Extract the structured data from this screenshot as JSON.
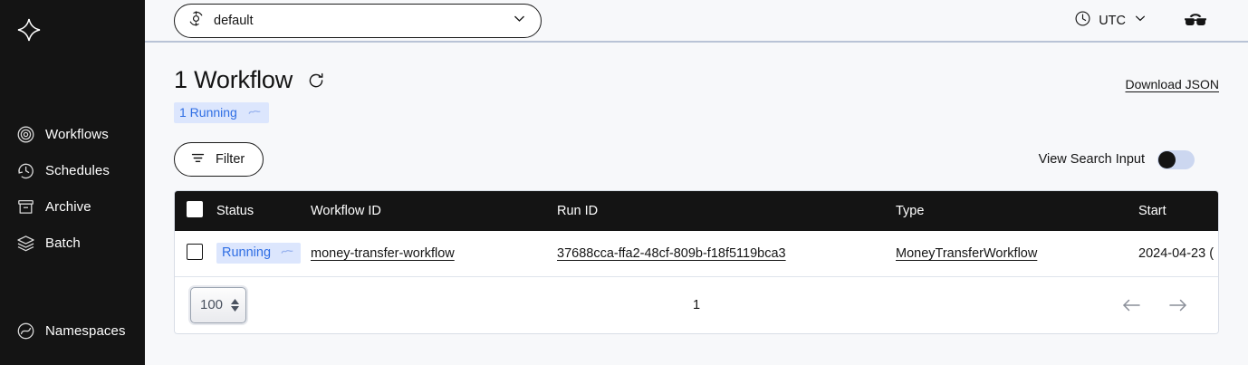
{
  "sidebar": {
    "logo_icon": "temporal-star-logo",
    "primary_items": [
      {
        "label": "Workflows",
        "icon": "workflows-icon"
      },
      {
        "label": "Schedules",
        "icon": "schedules-clock-icon"
      },
      {
        "label": "Archive",
        "icon": "archive-box-icon"
      },
      {
        "label": "Batch",
        "icon": "batch-layers-icon"
      }
    ],
    "secondary_items": [
      {
        "label": "Namespaces",
        "icon": "namespaces-icon"
      }
    ]
  },
  "topbar": {
    "namespace": {
      "value": "default",
      "icon": "namespace-icon",
      "chevron": "chevron-down-icon"
    },
    "timezone": {
      "value": "UTC",
      "icon": "clock-icon",
      "chevron": "chevron-down-icon"
    },
    "theme_toggle_icon": "sunglasses-icon"
  },
  "header": {
    "title": "1 Workflow",
    "refresh_icon": "refresh-icon",
    "download_json": "Download JSON",
    "status_badge": {
      "label": "1 Running",
      "icon": "running-squiggle-icon"
    }
  },
  "controls": {
    "filter": {
      "label": "Filter",
      "icon": "filter-icon"
    },
    "view_search_input": {
      "label": "View Search Input",
      "state": "off"
    }
  },
  "table": {
    "columns": [
      "Status",
      "Workflow ID",
      "Run ID",
      "Type",
      "Start"
    ],
    "rows": [
      {
        "checked": false,
        "status": "Running",
        "status_icon": "running-squiggle-icon",
        "workflow_id": "money-transfer-workflow",
        "run_id": "37688cca-ffa2-48cf-809b-f18f5119bca3",
        "type": "MoneyTransferWorkflow",
        "start": "2024-04-23 ("
      }
    ]
  },
  "pagination": {
    "page_size": "100",
    "page_number": "1",
    "prev_icon": "arrow-left-icon",
    "next_icon": "arrow-right-icon"
  },
  "colors": {
    "sidebar_bg": "#141414",
    "page_bg": "#f7f8fa",
    "accent_blue": "#2f6ee4",
    "badge_bg": "#dce6fd",
    "table_header_bg": "#141414"
  }
}
